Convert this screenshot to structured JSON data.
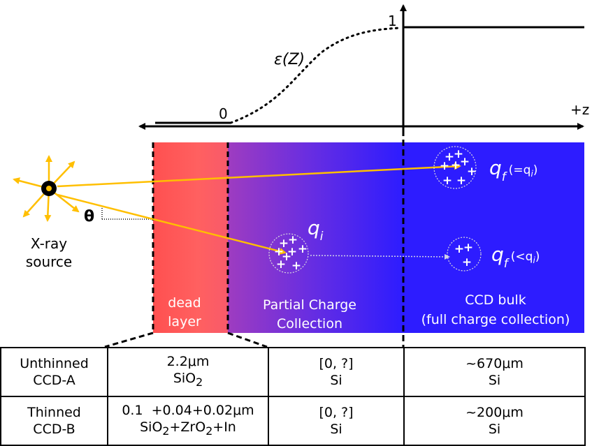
{
  "curve": {
    "label_epsilon": "ε(Z)",
    "label_zero": "0",
    "label_one": "1",
    "axis_label": "+z"
  },
  "source": {
    "label_line1": "X-ray",
    "label_line2": "source",
    "angle_symbol": "θ"
  },
  "regions": {
    "dead_line1": "dead",
    "dead_line2": "layer",
    "partial_line1": "Partial Charge",
    "partial_line2": "Collection",
    "bulk_line1": "CCD bulk",
    "bulk_line2": "(full charge collection)"
  },
  "charges": {
    "qi": "q",
    "qi_sub": "i",
    "qf_full_main": "q",
    "qf_full_sub": "f",
    "qf_full_paren_open": "(=q",
    "qf_full_paren_sub": "i",
    "qf_full_paren_close": ")",
    "qf_partial_main": "q",
    "qf_partial_sub": "f",
    "qf_partial_paren_open": "(<q",
    "qf_partial_paren_sub": "i",
    "qf_partial_paren_close": ")",
    "plus": "+"
  },
  "colors": {
    "dead_layer": "#ff5a5a",
    "bulk": "#2d1cff",
    "ray": "#ffbf00",
    "charge_white": "#ffffff"
  },
  "table": {
    "rows": [
      {
        "name_line1": "Unthinned",
        "name_line2": "CCD-A",
        "dead_line1": "2.2μm",
        "dead_mat_a": "SiO",
        "dead_mat_a_sub": "2",
        "dead_mat_rest": "",
        "partial_line1": "[0, ?]",
        "partial_line2": "Si",
        "bulk_line1": "~670μm",
        "bulk_line2": "Si"
      },
      {
        "name_line1": "Thinned",
        "name_line2": "CCD-B",
        "dead_line1": "0.1  +0.04+0.02μm",
        "dead_mat_a": "SiO",
        "dead_mat_a_sub": "2",
        "dead_mat_mid": "+ZrO",
        "dead_mat_mid_sub": "2",
        "dead_mat_rest": "+In",
        "partial_line1": "[0, ?]",
        "partial_line2": "Si",
        "bulk_line1": "~200μm",
        "bulk_line2": "Si"
      }
    ]
  }
}
